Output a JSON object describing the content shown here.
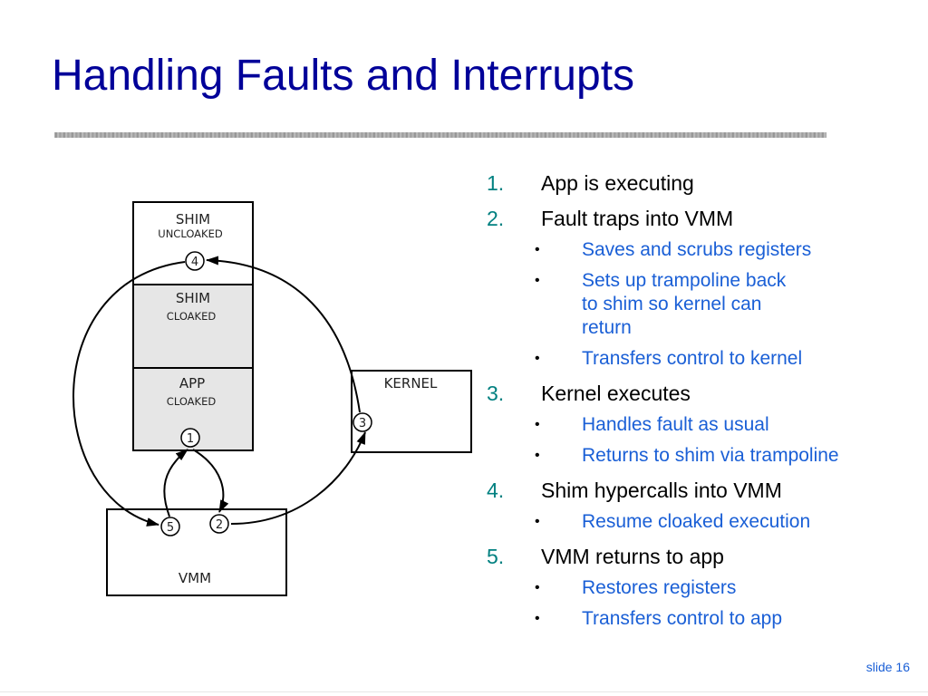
{
  "slide": {
    "title": "Handling Faults and Interrupts",
    "number_label": "slide 16"
  },
  "diagram": {
    "shim_uncloaked_title": "SHIM",
    "shim_uncloaked_sub": "UNCLOAKED",
    "shim_cloaked_title": "SHIM",
    "shim_cloaked_sub": "CLOAKED",
    "app_title": "APP",
    "app_sub": "CLOAKED",
    "kernel_label": "KERNEL",
    "vmm_label": "VMM",
    "steps": [
      "1",
      "2",
      "3",
      "4",
      "5"
    ],
    "colors": {
      "cloaked_fill": "#e6e6e6",
      "stroke": "#000000"
    }
  },
  "steps": [
    {
      "num": "1.",
      "text": "App is executing",
      "subs": []
    },
    {
      "num": "2.",
      "text": "Fault traps into VMM",
      "subs": [
        "Saves and scrubs registers",
        "Sets up trampoline back to shim so kernel can return",
        "Transfers control to kernel"
      ]
    },
    {
      "num": "3.",
      "text": "Kernel executes",
      "subs": [
        "Handles fault as usual",
        "Returns to shim via trampoline"
      ]
    },
    {
      "num": "4.",
      "text": "Shim hypercalls into VMM",
      "subs": [
        "Resume cloaked execution"
      ]
    },
    {
      "num": "5.",
      "text": "VMM returns to app",
      "subs": [
        "Restores registers",
        "Transfers control to app"
      ]
    }
  ],
  "colors": {
    "title": "#000099",
    "number": "#008080",
    "sub_text": "#1a5fd6"
  }
}
